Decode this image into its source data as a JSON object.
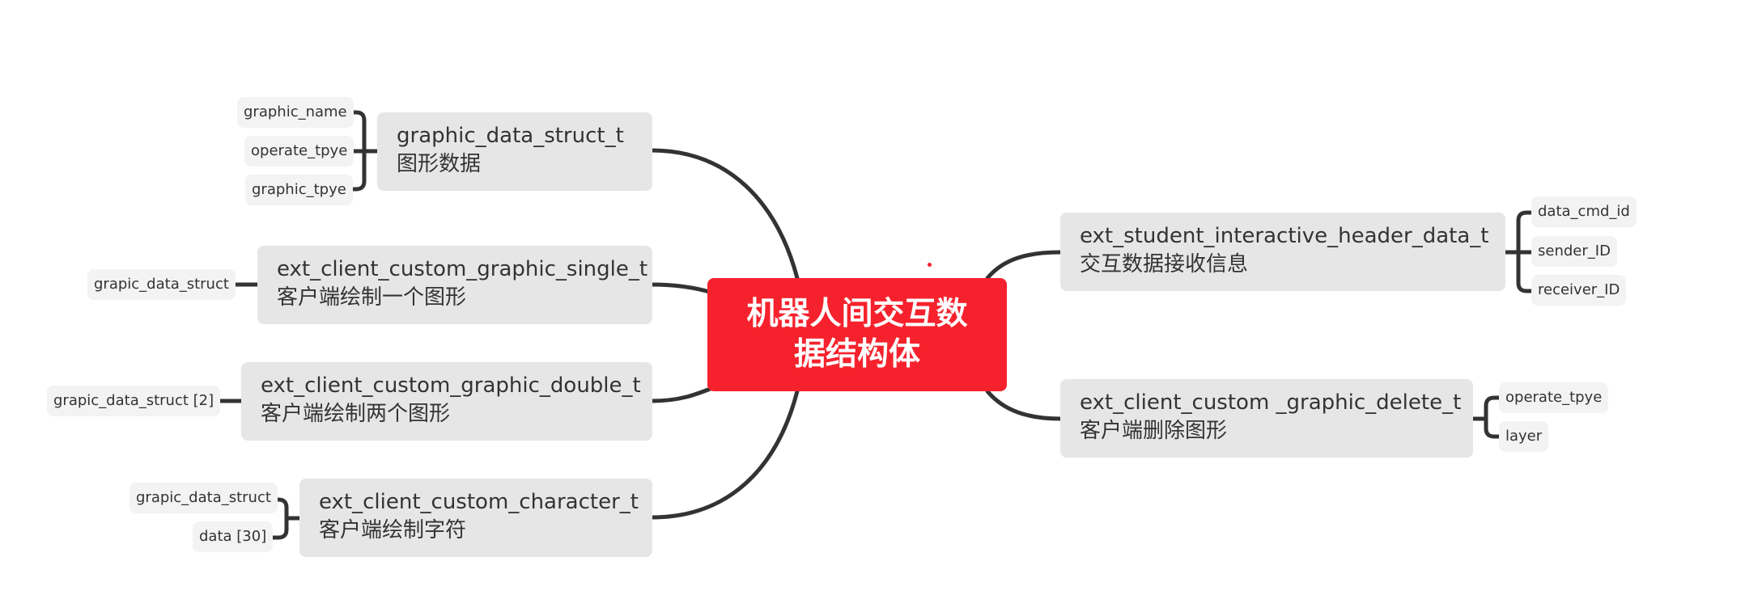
{
  "colors": {
    "center_fill": "#f5222d",
    "topic_fill": "#e6e6e6",
    "leaf_fill": "#f3f3f3",
    "connector": "#333333"
  },
  "center": {
    "line1": "机器人间交互数",
    "line2": "据结构体"
  },
  "topics": [
    {
      "id": "graphic_data_struct_t",
      "title": "graphic_data_struct_t",
      "subtitle": "图形数据",
      "children": [
        "graphic_name",
        "operate_tpye",
        "graphic_tpye"
      ]
    },
    {
      "id": "single",
      "title": "ext_client_custom_graphic_single_t",
      "subtitle": "客户端绘制一个图形",
      "children": [
        "grapic_data_struct"
      ]
    },
    {
      "id": "double",
      "title": "ext_client_custom_graphic_double_t",
      "subtitle": "客户端绘制两个图形",
      "children": [
        "grapic_data_struct [2]"
      ]
    },
    {
      "id": "character",
      "title": "ext_client_custom_character_t",
      "subtitle": "客户端绘制字符",
      "children": [
        "grapic_data_struct",
        "data [30]"
      ]
    },
    {
      "id": "header",
      "title": "ext_student_interactive_header_data_t",
      "subtitle": "交互数据接收信息",
      "children": [
        "data_cmd_id",
        "sender_ID",
        "receiver_ID"
      ]
    },
    {
      "id": "delete",
      "title": "ext_client_custom _graphic_delete_t",
      "subtitle": "客户端删除图形",
      "children": [
        "operate_tpye",
        "layer"
      ]
    }
  ]
}
